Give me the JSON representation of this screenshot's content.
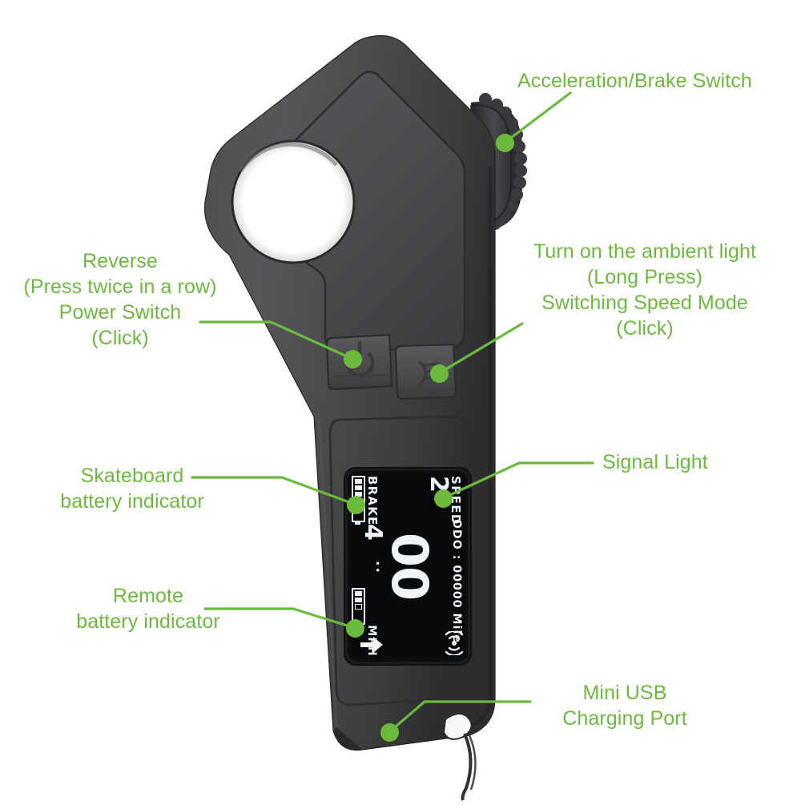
{
  "page": {
    "background": "#ffffff",
    "accent_color": "#6cba3d",
    "device": "electric skateboard remote control"
  },
  "callouts": [
    {
      "id": "accel_brake",
      "label": "Acceleration/Brake Switch",
      "color": "#6cba3d"
    },
    {
      "id": "ambient_mode",
      "label": "Turn on the ambient light\n(Long Press)\nSwitching Speed Mode\n(Click)",
      "color": "#6cba3d"
    },
    {
      "id": "power",
      "label": "Reverse\n(Press twice in a row)\nPower Switch\n(Click)",
      "color": "#6cba3d"
    },
    {
      "id": "board_batt",
      "label": "Skateboard\nbattery indicator",
      "color": "#6cba3d"
    },
    {
      "id": "remote_batt",
      "label": "Remote\nbattery indicator",
      "color": "#6cba3d"
    },
    {
      "id": "signal",
      "label": "Signal Light",
      "color": "#6cba3d"
    },
    {
      "id": "usb",
      "label": "Mini USB\nCharging Port",
      "color": "#6cba3d"
    }
  ],
  "display": {
    "speed_label": "SPEED",
    "speed_mode": "2",
    "brake_label": "BRAKE",
    "brake_value": "4",
    "unit_label": "MPH",
    "main_value": "00",
    "separator": "..",
    "odometer": "ODO : 00000  Mile",
    "signal_icon": "signal-waves-icon",
    "direction_icon": "up-arrow-icon",
    "board_battery": {
      "name": "skateboard-battery-icon",
      "segments": 4,
      "filled": 3
    },
    "remote_battery": {
      "name": "remote-battery-icon",
      "segments": 3,
      "filled": 2
    },
    "screen_color": "#07090b",
    "text_color": "#eef4f7"
  },
  "buttons": {
    "power": {
      "name": "power-button",
      "icon": "power-icon"
    },
    "light": {
      "name": "light-mode-button",
      "icon": "headlight-icon"
    }
  },
  "hardware": {
    "throttle_wheel": "acceleration-brake-wheel",
    "finger_hole": "finger-hole",
    "usb_port": "mini-usb-charging-port",
    "lanyard": "lanyard-cord",
    "shell_color": "#4a4a4c"
  }
}
